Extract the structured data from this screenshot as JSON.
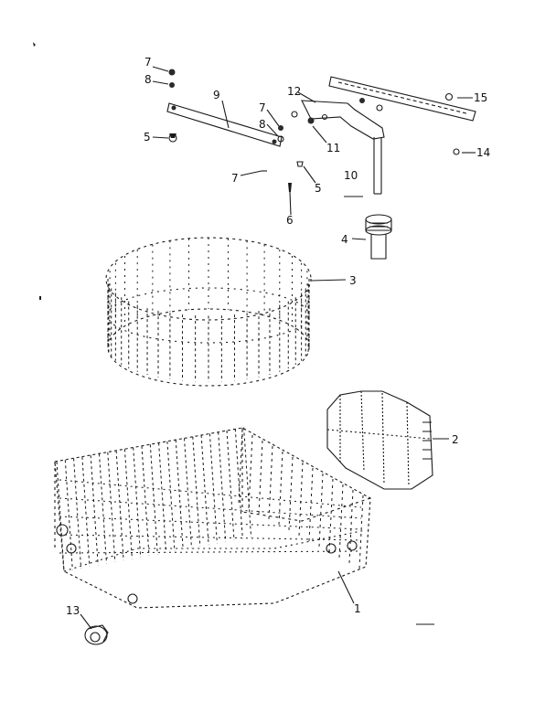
{
  "diagram": {
    "labels": {
      "l1": "1",
      "l2": "2",
      "l3": "3",
      "l4": "4",
      "l5a": "5",
      "l5b": "5",
      "l6": "6",
      "l7a": "7",
      "l7b": "7",
      "l7c": "7",
      "l8a": "8",
      "l8b": "8",
      "l9": "9",
      "l10": "10",
      "l11": "11",
      "l12": "12",
      "l13": "13",
      "l14": "14",
      "l15": "15"
    }
  }
}
